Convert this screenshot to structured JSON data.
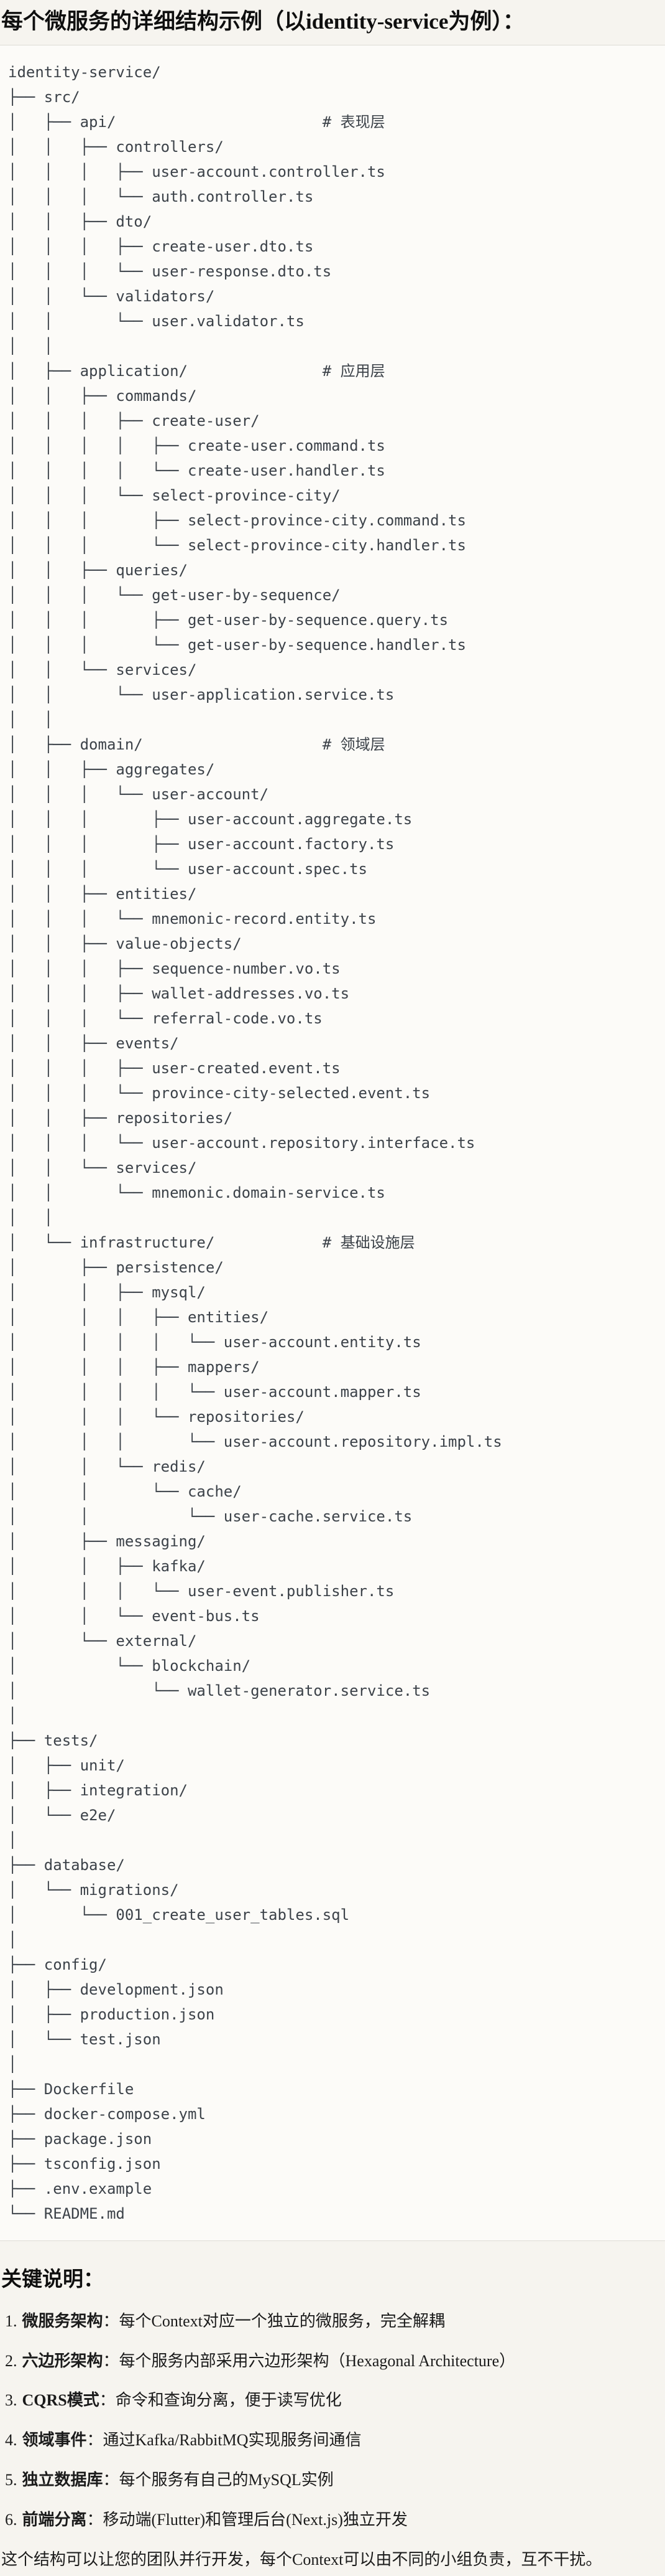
{
  "page": {
    "title": "每个微服务的详细结构示例（以identity-service为例）：",
    "notes_heading": "关键说明：",
    "closing": "这个结构可以让您的团队并行开发，每个Context可以由不同的小组负责，互不干扰。"
  },
  "tree": {
    "lines": [
      "identity-service/",
      "├── src/",
      "│   ├── api/                       # 表现层",
      "│   │   ├── controllers/",
      "│   │   │   ├── user-account.controller.ts",
      "│   │   │   └── auth.controller.ts",
      "│   │   ├── dto/",
      "│   │   │   ├── create-user.dto.ts",
      "│   │   │   └── user-response.dto.ts",
      "│   │   └── validators/",
      "│   │       └── user.validator.ts",
      "│   │",
      "│   ├── application/               # 应用层",
      "│   │   ├── commands/",
      "│   │   │   ├── create-user/",
      "│   │   │   │   ├── create-user.command.ts",
      "│   │   │   │   └── create-user.handler.ts",
      "│   │   │   └── select-province-city/",
      "│   │   │       ├── select-province-city.command.ts",
      "│   │   │       └── select-province-city.handler.ts",
      "│   │   ├── queries/",
      "│   │   │   └── get-user-by-sequence/",
      "│   │   │       ├── get-user-by-sequence.query.ts",
      "│   │   │       └── get-user-by-sequence.handler.ts",
      "│   │   └── services/",
      "│   │       └── user-application.service.ts",
      "│   │",
      "│   ├── domain/                    # 领域层",
      "│   │   ├── aggregates/",
      "│   │   │   └── user-account/",
      "│   │   │       ├── user-account.aggregate.ts",
      "│   │   │       ├── user-account.factory.ts",
      "│   │   │       └── user-account.spec.ts",
      "│   │   ├── entities/",
      "│   │   │   └── mnemonic-record.entity.ts",
      "│   │   ├── value-objects/",
      "│   │   │   ├── sequence-number.vo.ts",
      "│   │   │   ├── wallet-addresses.vo.ts",
      "│   │   │   └── referral-code.vo.ts",
      "│   │   ├── events/",
      "│   │   │   ├── user-created.event.ts",
      "│   │   │   └── province-city-selected.event.ts",
      "│   │   ├── repositories/",
      "│   │   │   └── user-account.repository.interface.ts",
      "│   │   └── services/",
      "│   │       └── mnemonic.domain-service.ts",
      "│   │",
      "│   └── infrastructure/            # 基础设施层",
      "│       ├── persistence/",
      "│       │   ├── mysql/",
      "│       │   │   ├── entities/",
      "│       │   │   │   └── user-account.entity.ts",
      "│       │   │   ├── mappers/",
      "│       │   │   │   └── user-account.mapper.ts",
      "│       │   │   └── repositories/",
      "│       │   │       └── user-account.repository.impl.ts",
      "│       │   └── redis/",
      "│       │       └── cache/",
      "│       │           └── user-cache.service.ts",
      "│       ├── messaging/",
      "│       │   ├── kafka/",
      "│       │   │   └── user-event.publisher.ts",
      "│       │   └── event-bus.ts",
      "│       └── external/",
      "│           └── blockchain/",
      "│               └── wallet-generator.service.ts",
      "│",
      "├── tests/",
      "│   ├── unit/",
      "│   ├── integration/",
      "│   └── e2e/",
      "│",
      "├── database/",
      "│   └── migrations/",
      "│       └── 001_create_user_tables.sql",
      "│",
      "├── config/",
      "│   ├── development.json",
      "│   ├── production.json",
      "│   └── test.json",
      "│",
      "├── Dockerfile",
      "├── docker-compose.yml",
      "├── package.json",
      "├── tsconfig.json",
      "├── .env.example",
      "└── README.md"
    ]
  },
  "notes": {
    "items": [
      {
        "num": "1.",
        "term": "微服务架构",
        "desc": "：每个Context对应一个独立的微服务，完全解耦"
      },
      {
        "num": "2.",
        "term": "六边形架构",
        "desc": "：每个服务内部采用六边形架构（Hexagonal Architecture）"
      },
      {
        "num": "3.",
        "term": "CQRS模式",
        "desc": "：命令和查询分离，便于读写优化"
      },
      {
        "num": "4.",
        "term": "领域事件",
        "desc": "：通过Kafka/RabbitMQ实现服务间通信"
      },
      {
        "num": "5.",
        "term": "独立数据库",
        "desc": "：每个服务有自己的MySQL实例"
      },
      {
        "num": "6.",
        "term": "前端分离",
        "desc": "：移动端(Flutter)和管理后台(Next.js)独立开发"
      }
    ]
  },
  "colors": {
    "page_bg": "#f6f4ef",
    "code_bg": "#fcfbf8",
    "code_border": "#dedcd5",
    "tree_text": "#3c4249",
    "text": "#1b1b1b"
  }
}
